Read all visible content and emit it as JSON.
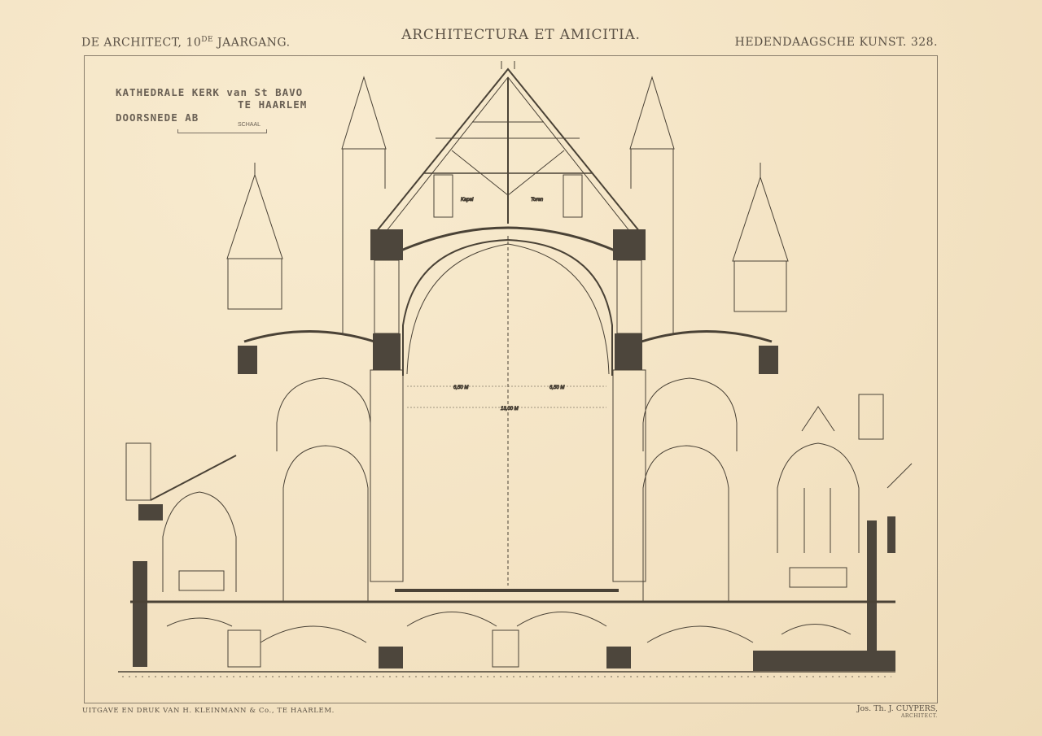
{
  "header": {
    "left_prefix": "DE ARCHITECT, 10",
    "left_sup": "DE",
    "left_suffix": " JAARGANG.",
    "center": "ARCHITECTURA ET AMICITIA.",
    "right": "HEDENDAAGSCHE KUNST. 328."
  },
  "title_block": {
    "line1": "KATHEDRALE KERK van St BAVO",
    "line2": "TE HAARLEM",
    "line3": "DOORSNEDE AB",
    "scale_label": "SCHAAL"
  },
  "drawing": {
    "subject": "Cross-section of cathedral nave with roof truss, side aisles, chapels and crypt",
    "roof_labels": [
      "Kapel",
      "Toren"
    ],
    "dimensions": {
      "nave_half_left": "6,50 M",
      "nave_half_right": "6,50 M",
      "nave_width": "13,00 M"
    },
    "colors": {
      "paper": "#f5e6c8",
      "ink": "#4a4236",
      "poche": "#4d463c"
    }
  },
  "footer": {
    "publisher": "UITGAVE EN DRUK VAN H. KLEINMANN & Co., TE HAARLEM.",
    "architect_name": "Jos. Th. J. CUYPERS,",
    "architect_role": "ARCHITECT."
  }
}
